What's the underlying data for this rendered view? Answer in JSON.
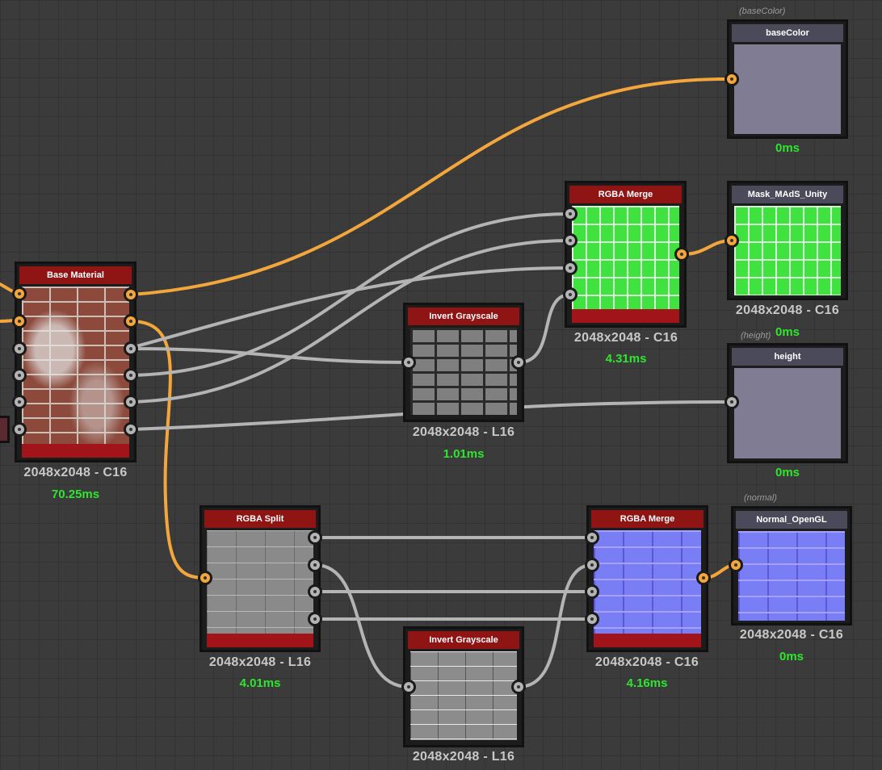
{
  "nodes": {
    "base_material": {
      "title": "Base Material",
      "resolution": "2048x2048 - C16",
      "time": "70.25ms"
    },
    "invert_top": {
      "title": "Invert Grayscale",
      "resolution": "2048x2048 - L16",
      "time": "1.01ms"
    },
    "rgba_merge_top": {
      "title": "RGBA Merge",
      "resolution": "2048x2048 - C16",
      "time": "4.31ms"
    },
    "mask_output": {
      "title": "Mask_MAdS_Unity",
      "resolution": "2048x2048 - C16",
      "time": "0ms"
    },
    "basecolor_output": {
      "title": "baseColor",
      "caption": "(baseColor)",
      "time": "0ms"
    },
    "height_output": {
      "title": "height",
      "caption": "(height)",
      "time": "0ms"
    },
    "rgba_split": {
      "title": "RGBA Split",
      "resolution": "2048x2048 - L16",
      "time": "4.01ms"
    },
    "invert_bottom": {
      "title": "Invert Grayscale",
      "resolution": "2048x2048 - L16"
    },
    "rgba_merge_bottom": {
      "title": "RGBA Merge",
      "resolution": "2048x2048 - C16",
      "time": "4.16ms"
    },
    "normal_output": {
      "title": "Normal_OpenGL",
      "caption": "(normal)",
      "resolution": "2048x2048 - C16",
      "time": "0ms"
    }
  },
  "colors": {
    "node_header": "#8f1414",
    "output_header": "#4a4a5a",
    "wire_color": "#f3a63c",
    "wire_gray": "#b4b4b4",
    "timing_text": "#2ee62e"
  }
}
